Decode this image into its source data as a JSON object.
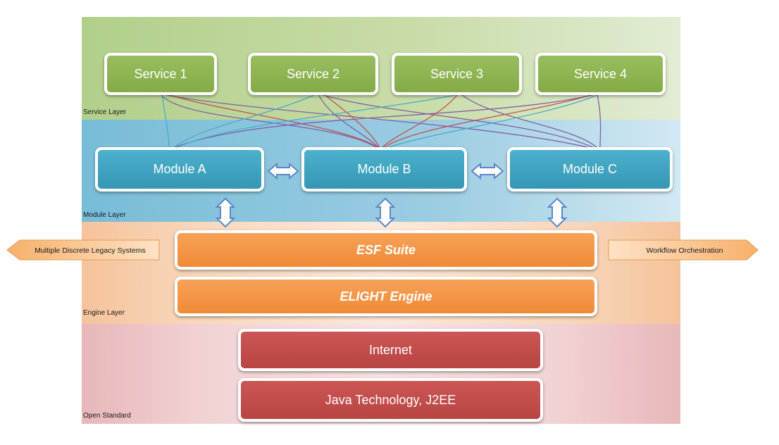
{
  "layers": {
    "service": "Service Layer",
    "module": "Module Layer",
    "engine": "Engine Layer",
    "open_standard": "Open Standard"
  },
  "services": [
    "Service 1",
    "Service 2",
    "Service 3",
    "Service 4"
  ],
  "modules": [
    "Module A",
    "Module B",
    "Module C"
  ],
  "engine": {
    "suite": "ESF Suite",
    "engine": "ELIGHT Engine"
  },
  "open_standard": {
    "internet": "Internet",
    "java": "Java Technology, J2EE"
  },
  "side": {
    "left": "Multiple Discrete Legacy Systems",
    "right": "Workflow Orchestration"
  },
  "colors": {
    "service_green": "#8bb04f",
    "module_blue": "#3da3bf",
    "engine_orange": "#f39240",
    "open_red": "#c04b4a",
    "line_purple": "#8060a8",
    "line_red": "#c0504d",
    "line_teal": "#4bacc6"
  }
}
